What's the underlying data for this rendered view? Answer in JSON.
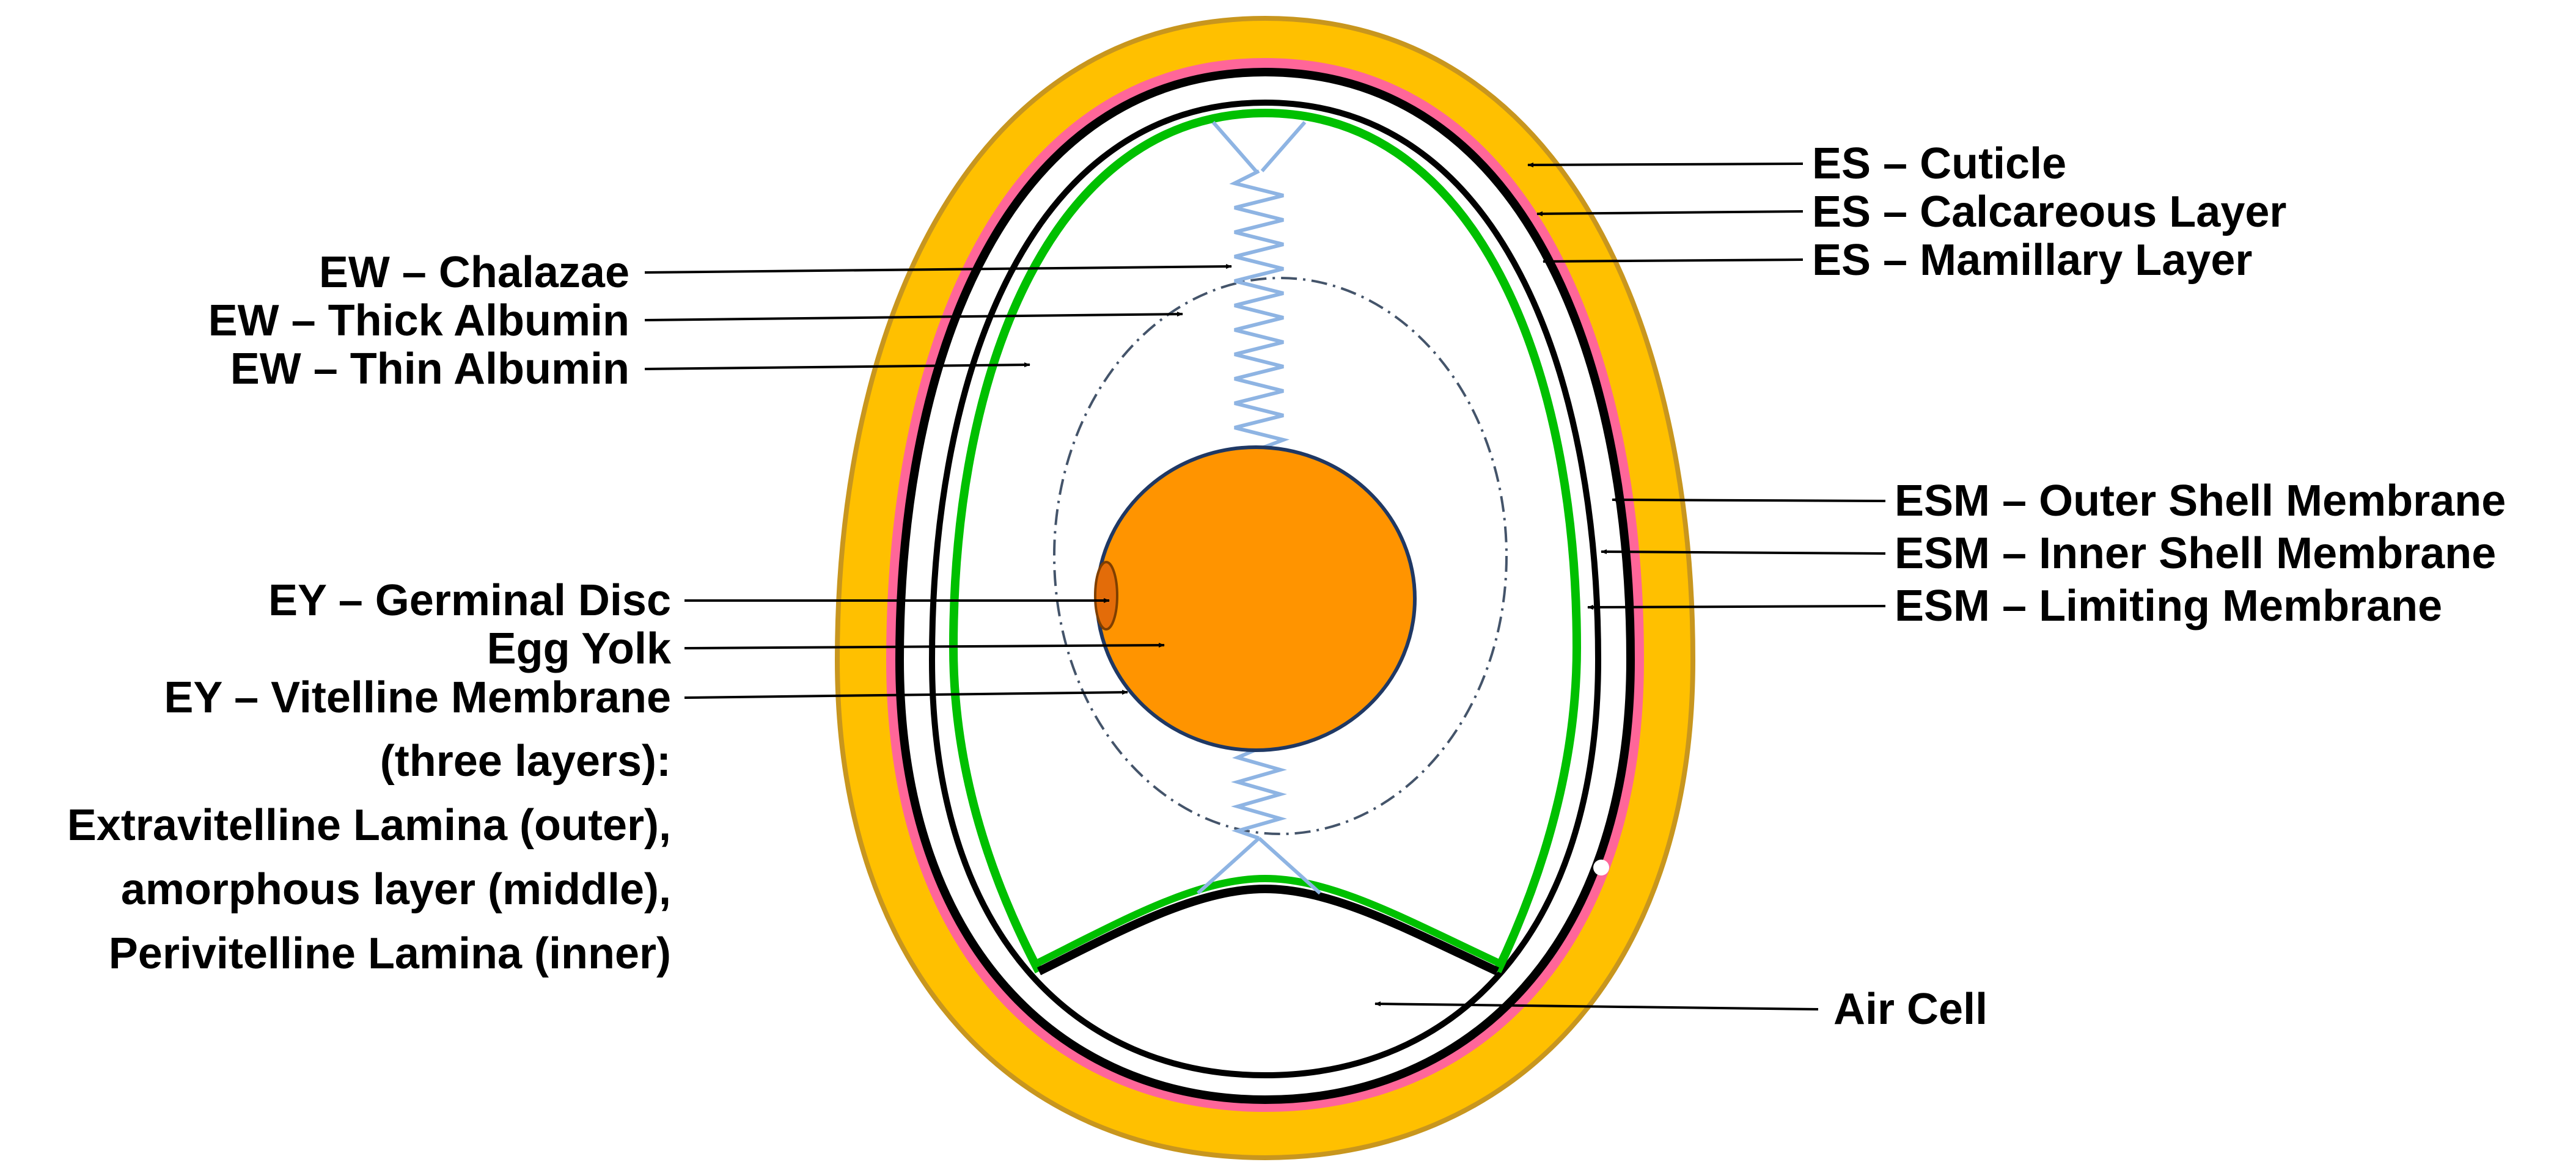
{
  "colors": {
    "shell_outer": "#FFC000",
    "calcareous": "#FF6699",
    "membrane_line": "#000000",
    "limiting_membrane": "#00C000",
    "chalazae": "#8EB4E3",
    "yolk": "#FF9400",
    "yolk_outline": "#1F3864",
    "germinal_disc": "#E36C09",
    "thick_albumin_outline": "#44546A",
    "background": "#FFFFFF"
  },
  "labels": {
    "es_cuticle": "ES – Cuticle",
    "es_calcareous": "ES – Calcareous Layer",
    "es_mamillary": "ES – Mamillary Layer",
    "ew_chalazae": "EW – Chalazae",
    "ew_thick_albumin": "EW – Thick Albumin",
    "ew_thin_albumin": "EW – Thin Albumin",
    "esm_outer": "ESM – Outer Shell Membrane",
    "esm_inner": "ESM – Inner Shell Membrane",
    "esm_limiting": "ESM – Limiting Membrane",
    "ey_germinal_disc": "EY – Germinal Disc",
    "egg_yolk": "Egg Yolk",
    "ey_vitelline": "EY – Vitelline Membrane",
    "vitelline_line2": "(three layers):",
    "vitelline_line3": "Extravitelline Lamina (outer),",
    "vitelline_line4": "amorphous layer (middle),",
    "vitelline_line5": "Perivitelline Lamina (inner)",
    "air_cell": "Air Cell"
  }
}
